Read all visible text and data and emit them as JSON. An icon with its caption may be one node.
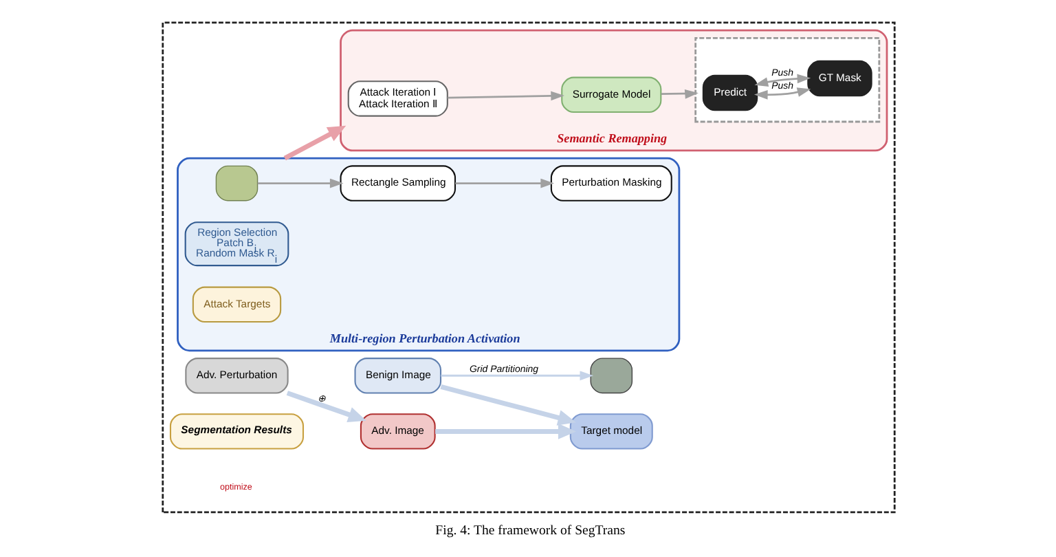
{
  "diagram": {
    "caption": "Fig. 4: The framework of SegTrans",
    "nodes": [
      {
        "text": [],
        "shape": "box"
      },
      {
        "text": [
          "Benign Image"
        ],
        "in": 0
      },
      {
        "text": [
          "Target model"
        ],
        "in": 0
      },
      {
        "text": [
          "Adv. Image"
        ],
        "in": 0
      },
      {
        "text": [
          "Adv. Perturbation"
        ],
        "in": 0
      },
      {
        "text": [
          "Segmentation Results"
        ],
        "in": 0
      },
      {
        "text": [],
        "shape": "box",
        "in": 0
      },
      {
        "text": [
          "Multi-region Perturbation Activation"
        ],
        "in": 0
      },
      {
        "text": [],
        "shape": "box",
        "in": 7
      },
      {
        "text": [
          "Rectangle Sampling"
        ],
        "in": 7
      },
      {
        "text": [
          "Perturbation Masking"
        ],
        "in": 7
      },
      {
        "text": [
          "Region Selection",
          "Patch B$_{i}$",
          "Random Mask R$_{i}$"
        ],
        "in": 7
      },
      {
        "text": [
          "Attack Targets"
        ],
        "in": 7
      },
      {
        "text": [
          "Semantic Remapping"
        ],
        "in": 0
      },
      {
        "text": [
          "Attack Iteration Ⅰ",
          "Attack Iteration Ⅱ"
        ],
        "in": 13
      },
      {
        "text": [
          "Surrogate Model"
        ],
        "in": 13
      },
      {
        "text": [],
        "shape": "box",
        "in": 13
      },
      {
        "text": [
          "Predict"
        ],
        "in": 16
      },
      {
        "text": [
          "GT Mask"
        ],
        "in": 16
      }
    ],
    "edges": [
      {
        "from": 1,
        "to": 2,
        "arrow": "to",
        "style": "thick",
        "color": "#c5d3e8"
      },
      {
        "from": 3,
        "to": 2,
        "arrow": "to",
        "style": "thick",
        "color": "#c5d3e8"
      },
      {
        "from": 4,
        "to": 3,
        "arrow": "to",
        "label": "⊕",
        "style": "thick",
        "color": "#c5d3e8"
      },
      {
        "from": 1,
        "to": 6,
        "arrow": "to",
        "label": "Grid Partitioning",
        "color": "#c5d3e8"
      },
      {
        "from": 8,
        "to": 9,
        "arrow": "to"
      },
      {
        "from": 9,
        "to": 10,
        "arrow": "to"
      },
      {
        "from": 7,
        "to": 13,
        "arrow": "to",
        "style": "thick",
        "color": "#e8a0a8"
      },
      {
        "from": 14,
        "to": 15,
        "arrow": "to"
      },
      {
        "from": 15,
        "to": 16,
        "arrow": "to"
      },
      {
        "from": 17,
        "to": 18,
        "arrow": "both",
        "label": "Push"
      },
      {
        "from": 17,
        "to": 18,
        "arrow": "both",
        "label": "Push"
      }
    ],
    "labels": [
      "optimize"
    ]
  }
}
